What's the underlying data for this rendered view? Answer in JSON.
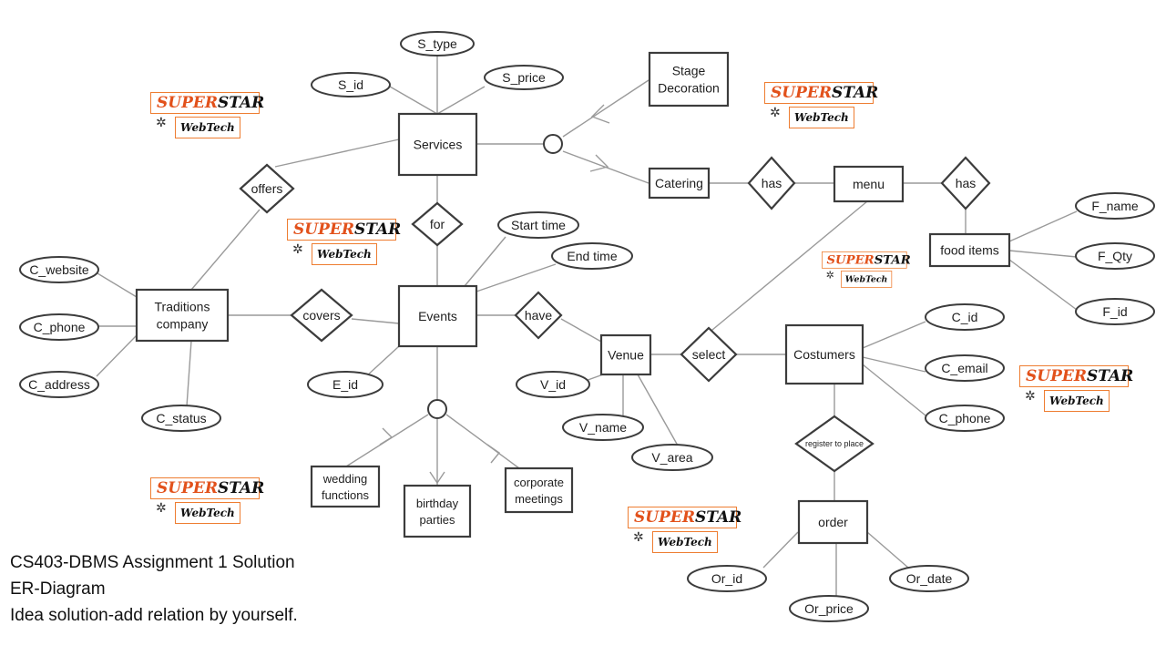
{
  "diagram": {
    "entities": {
      "services": "Services",
      "stage_decoration": "Stage\nDecoration",
      "catering": "Catering",
      "menu": "menu",
      "food_items": "food items",
      "traditions_company": "Traditions\ncompany",
      "events": "Events",
      "venue": "Venue",
      "costumers": "Costumers",
      "order": "order",
      "wedding_functions": "wedding\nfunctions",
      "birthday_parties": "birthday\nparties",
      "corporate_meetings": "corporate\nmeetings"
    },
    "relationships": {
      "offers": "offers",
      "for": "for",
      "has_catering_menu": "has",
      "has_menu_food": "has",
      "covers": "covers",
      "have": "have",
      "select": "select",
      "register_to_place": "register to place"
    },
    "attributes": {
      "s_type": "S_type",
      "s_id": "S_id",
      "s_price": "S_price",
      "start_time": "Start time",
      "end_time": "End time",
      "c_website": "C_website",
      "c_phone_company": "C_phone",
      "c_address": "C_address",
      "c_status": "C_status",
      "e_id": "E_id",
      "v_id": "V_id",
      "v_name": "V_name",
      "v_area": "V_area",
      "f_name": "F_name",
      "f_qty": "F_Qty",
      "f_id": "F_id",
      "c_id": "C_id",
      "c_email": "C_email",
      "c_phone_customer": "C_phone",
      "or_id": "Or_id",
      "or_price": "Or_price",
      "or_date": "Or_date"
    }
  },
  "watermark": {
    "super": "SUPER",
    "star": "STAR",
    "webtech": "WebTech",
    "web_icon": "spider-web-icon"
  },
  "caption": {
    "line1": "CS403-DBMS Assignment 1 Solution",
    "line2": "ER-Diagram",
    "line3": "Idea solution-add relation by yourself."
  },
  "colors": {
    "stroke": "#3c3c3c",
    "line": "#9a9a9a",
    "watermark_border": "#ee7d31",
    "watermark_orange": "#e2511b"
  }
}
